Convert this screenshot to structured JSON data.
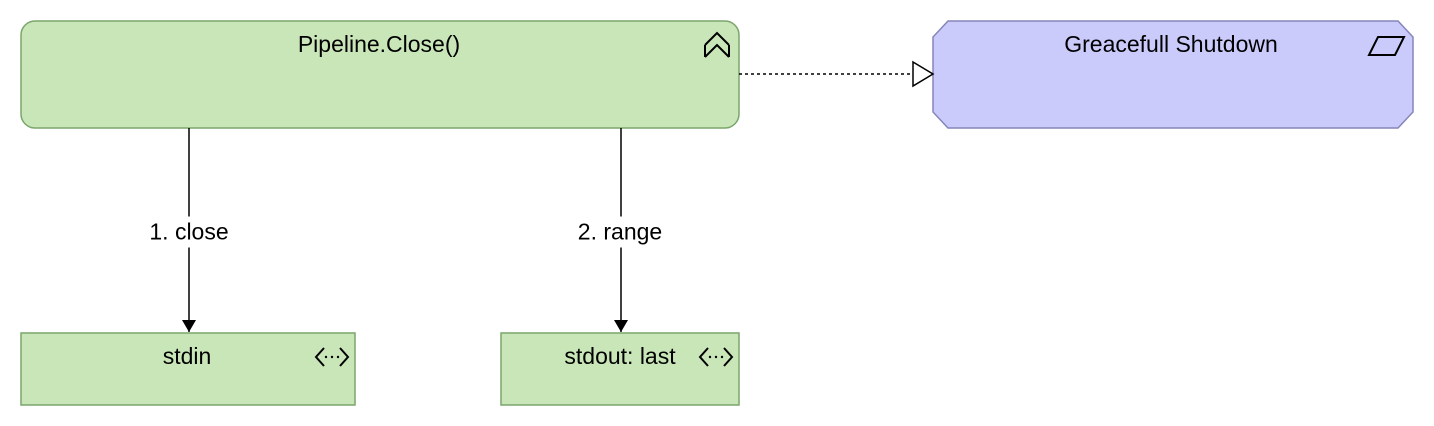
{
  "nodes": {
    "pipeline_close": {
      "label": "Pipeline.Close()",
      "type": "application-process",
      "icon": "process-chevron-icon",
      "fill": "#c9e6b8",
      "stroke": "#7aa56b"
    },
    "graceful_shutdown": {
      "label": "Greacefull Shutdown",
      "type": "business-event",
      "icon": "parallelogram-icon",
      "fill": "#cbcbfb",
      "stroke": "#8585b8"
    },
    "stdin": {
      "label": "stdin",
      "type": "application-interface",
      "icon": "interface-arrows-icon",
      "fill": "#c9e6b8",
      "stroke": "#7aa56b"
    },
    "stdout_last": {
      "label": "stdout: last",
      "type": "application-interface",
      "icon": "interface-arrows-icon",
      "fill": "#c9e6b8",
      "stroke": "#7aa56b"
    }
  },
  "edges": [
    {
      "from": "pipeline_close",
      "to": "graceful_shutdown",
      "label": "",
      "style": "dotted",
      "arrow": "hollow-triangle"
    },
    {
      "from": "pipeline_close",
      "to": "stdin",
      "label": "1. close",
      "style": "solid",
      "arrow": "filled-triangle"
    },
    {
      "from": "pipeline_close",
      "to": "stdout_last",
      "label": "2. range",
      "style": "solid",
      "arrow": "filled-triangle"
    }
  ]
}
